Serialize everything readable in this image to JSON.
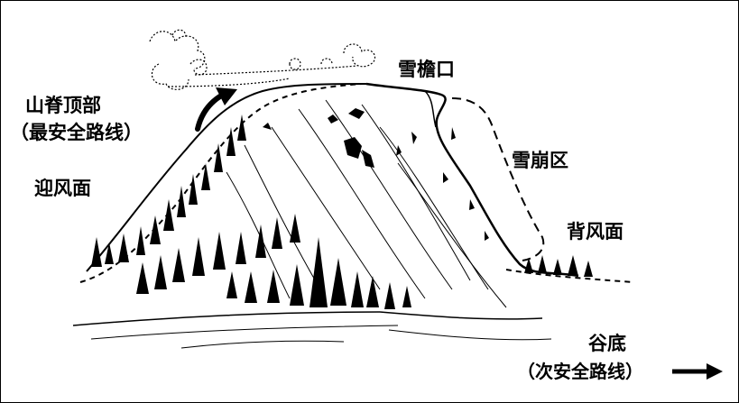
{
  "labels": {
    "ridge_top": "山脊顶部",
    "ridge_note": "（最安全路线）",
    "cornice": "雪檐口",
    "windward": "迎风面",
    "avalanche_zone": "雪崩区",
    "leeward": "背风面",
    "valley_floor": "谷底",
    "valley_note": "（次安全路线）"
  },
  "colors": {
    "ink": "#000000",
    "paper": "#ffffff"
  },
  "icons": [
    "wind-arrow-icon",
    "route-arrow-icon",
    "cloud-swirl-icon",
    "tree-icon"
  ]
}
